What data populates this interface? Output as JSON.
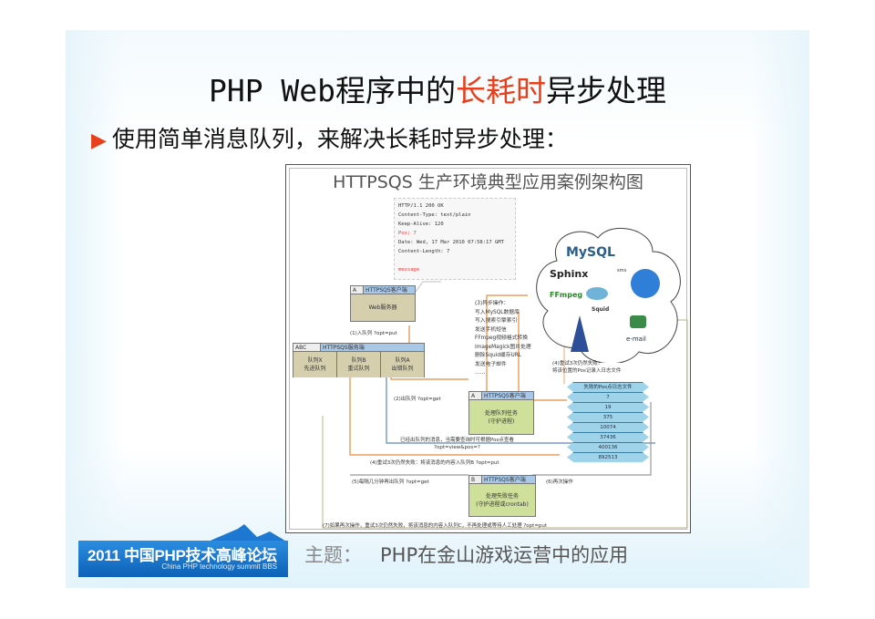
{
  "slide": {
    "title_parts": [
      "PHP Web程序中的",
      "长耗时",
      "异步处理"
    ],
    "bullet": "使用简单消息队列，来解决长耗时异步处理：",
    "accent_color": "#e8401c"
  },
  "diagram": {
    "title": "HTTPSQS 生产环境典型应用案例架构图",
    "response_lines": [
      "HTTP/1.1 200 OK",
      "Content-Type: text/plain",
      "Keep-Alive: 120",
      "Pos: 7",
      "Date: Wed, 17 Mar 2010 07:58:17 GMT",
      "Content-Length: 7",
      "",
      "message"
    ],
    "web_client": {
      "id": "A",
      "header": "HTTPSQS客户端",
      "body": "Web服务器"
    },
    "enqueue_label": "(1)入队列 ?opt=put",
    "server": {
      "id": "ABC",
      "header": "HTTPSQS服务端",
      "cells": [
        [
          "队列X",
          "先进队列"
        ],
        [
          "队列B",
          "重试队列"
        ],
        [
          "队列A",
          "出错队列"
        ]
      ]
    },
    "dequeue_label": "(2)出队列 ?opt=get",
    "worker": {
      "id": "A",
      "header": "HTTPSQS客户端",
      "body": [
        "处理队列任务",
        "(守护进程)"
      ]
    },
    "ops": [
      "(3)异步操作：",
      "写入MySQL数据库",
      "写入搜索引擎索引",
      "发送手机短信",
      "FFmpeg视频格式转换",
      "ImageMagick图片处理",
      "删除Squid缓存URL",
      "发送电子邮件",
      "……"
    ],
    "fail_label": [
      "(4)重试3次仍然失败：",
      "将该位置的Pos记录入日志文件"
    ],
    "log_stack": [
      "失败的Pos点日志文件",
      "7",
      "19",
      "375",
      "10074",
      "37436",
      "400136",
      "892513"
    ],
    "view_label": [
      "已经出队列的消息，当需要查询时可根据Pos点查看",
      "?opt=view&pos=?"
    ],
    "retry_label": "(4)重试3次仍然失败：将该消息的内容入队列B ?opt=put",
    "retry_worker_label": "(5)每隔几分钟再出队列 ?opt=get",
    "retry_worker": {
      "id": "B",
      "header": "HTTPSQS客户端",
      "body": [
        "处理失败任务",
        "(守护进程或crontab)"
      ]
    },
    "retry_op": "(6)再次操作",
    "final_label": "(7)如果再次操作，重试3次仍然失败，将该消息的内容入队列C，不再处理或等待人工处理 ?opt=put",
    "cloud_logos": [
      "MySQL",
      "Sphinx",
      "FFmpeg",
      "Squid",
      "e-mail",
      "sms"
    ]
  },
  "footer": {
    "logo_title": "2011 中国PHP技术高峰论坛",
    "logo_subtitle": "China PHP technology summit BBS",
    "subject_key": "主题：",
    "subject": "PHP在金山游戏运营中的应用"
  }
}
